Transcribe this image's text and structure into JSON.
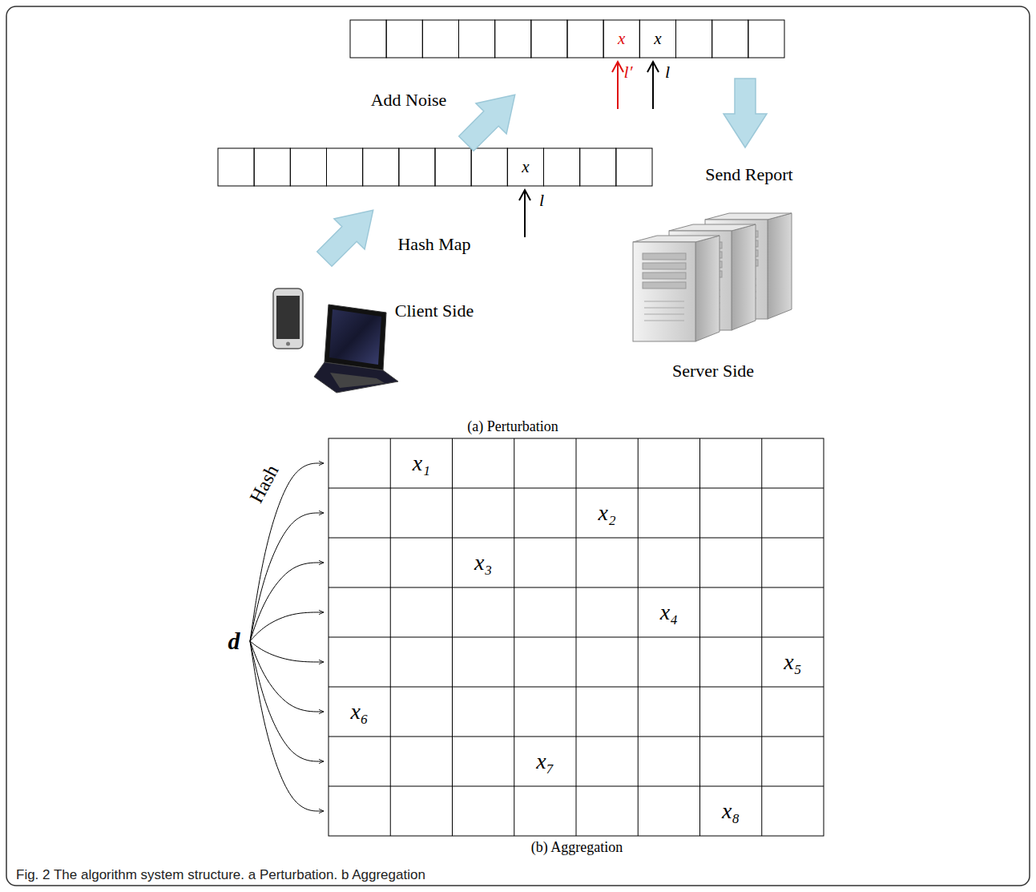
{
  "diagram": {
    "caption": "Fig. 2 The algorithm system structure. a Perturbation. b Aggregation",
    "nodes": [
      {
        "text": [
          "x"
        ]
      },
      {
        "text": [
          "x"
        ]
      },
      {
        "text": [
          "x"
        ]
      },
      {
        "text": [
          "x₁"
        ]
      },
      {
        "text": [
          "x₂"
        ]
      },
      {
        "text": [
          "x₃"
        ]
      },
      {
        "text": [
          "x₄"
        ]
      },
      {
        "text": [
          "x₅"
        ]
      },
      {
        "text": [
          "x₆"
        ]
      },
      {
        "text": [
          "x₇"
        ]
      },
      {
        "text": [
          "x₈"
        ]
      }
    ],
    "labels": [
      "l",
      "l′",
      "l",
      "Add Noise",
      "Hash Map",
      "Client Side",
      "Send Report",
      "Server Side",
      "(a) Perturbation",
      "Hash",
      "d",
      "(b) Aggregation"
    ]
  }
}
